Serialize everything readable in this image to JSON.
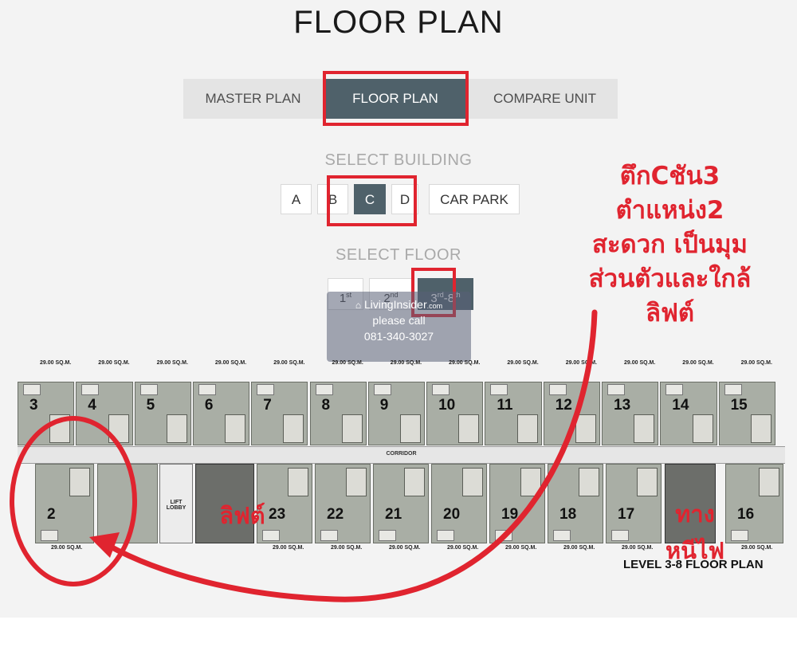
{
  "header": {
    "title": "FLOOR PLAN"
  },
  "tabs": [
    {
      "label": "MASTER PLAN",
      "active": false
    },
    {
      "label": "FLOOR PLAN",
      "active": true
    },
    {
      "label": "COMPARE UNIT",
      "active": false
    }
  ],
  "building": {
    "label": "SELECT BUILDING",
    "options": [
      "A",
      "B",
      "C",
      "D",
      "CAR PARK"
    ],
    "selected": "C"
  },
  "floor": {
    "label": "SELECT FLOOR",
    "options": [
      {
        "main": "1",
        "sup": "st"
      },
      {
        "main": "2",
        "sup": "nd"
      },
      {
        "main": "3",
        "sup": "rd",
        "suffix": "-8",
        "suffix_sup": "th"
      }
    ],
    "selected": "3rd-8th"
  },
  "watermark": {
    "brand": "LivingInsider",
    "domain": ".com",
    "line1": "please call",
    "phone": "081-340-3027"
  },
  "plan": {
    "caption": "LEVEL 3-8 FLOOR PLAN",
    "corridor": "CORRIDOR",
    "lift_lobby": "LIFT LOBBY",
    "unit_size": "29.00 SQ.M.",
    "top_units": [
      "3",
      "4",
      "5",
      "6",
      "7",
      "8",
      "9",
      "10",
      "11",
      "12",
      "13",
      "14",
      "15"
    ],
    "bottom_units": [
      "2",
      "23",
      "22",
      "21",
      "20",
      "19",
      "18",
      "17",
      "16"
    ]
  },
  "annotations": {
    "note": [
      "ตึกCชัน3",
      "ตำแหน่ง2",
      "สะดวก เป็นมุม",
      "ส่วนตัวและใกล้",
      "ลิฟต์"
    ],
    "lift": "ลิฟต์",
    "exit": [
      "ทาง",
      "หนีไฟ"
    ]
  },
  "colors": {
    "accent": "#4f616a",
    "highlight": "#e0242f"
  }
}
